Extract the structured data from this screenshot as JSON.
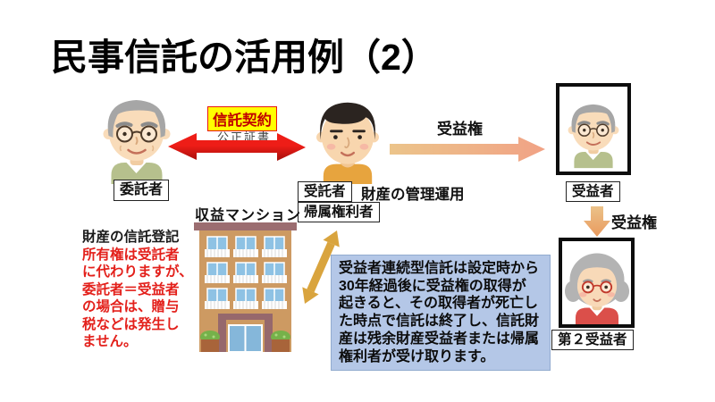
{
  "title": "民事信託の活用例（2）",
  "actors": {
    "settlor_label": "委託者",
    "trustee_label": "受託者",
    "beneficiary_label": "受益者",
    "second_beneficiary_label": "第２受益者"
  },
  "contract": {
    "trust_contract_label": "信託契約",
    "notarial_deed_label": "公正証書"
  },
  "flows": {
    "beneficiary_right_top": "受益権",
    "beneficiary_right_side": "受益権",
    "asset_management": "財産の管理運用",
    "vested_rights_holder": "帰属権利者"
  },
  "property": {
    "mansion_label": "収益マンション"
  },
  "red_note": {
    "heading": "財産の信託登記",
    "lines": [
      "所有権は受託者",
      "に代わりますが、",
      "委託者＝受益者",
      "の場合は、贈与",
      "税などは発生し",
      "ません。"
    ]
  },
  "blue_note": {
    "lines": [
      "受益者連続型信託は設定時から",
      "30年経過後に受益権の取得が",
      "起きると、その取得者が死亡し",
      "た時点で信託は終了し、信託財",
      "産は残余財産受益者または帰属",
      "権利者が受け取ります。"
    ]
  },
  "colors": {
    "accent_red": "#e3201b",
    "highlight_yellow": "#ffff00",
    "note_blue_bg": "#b4c7e7",
    "arrow_gold": "#d9a43e",
    "arrow_tan": "#ecc48a",
    "arrow_salmon": "#f1a285",
    "arrow_orange": "#e99a5e"
  }
}
